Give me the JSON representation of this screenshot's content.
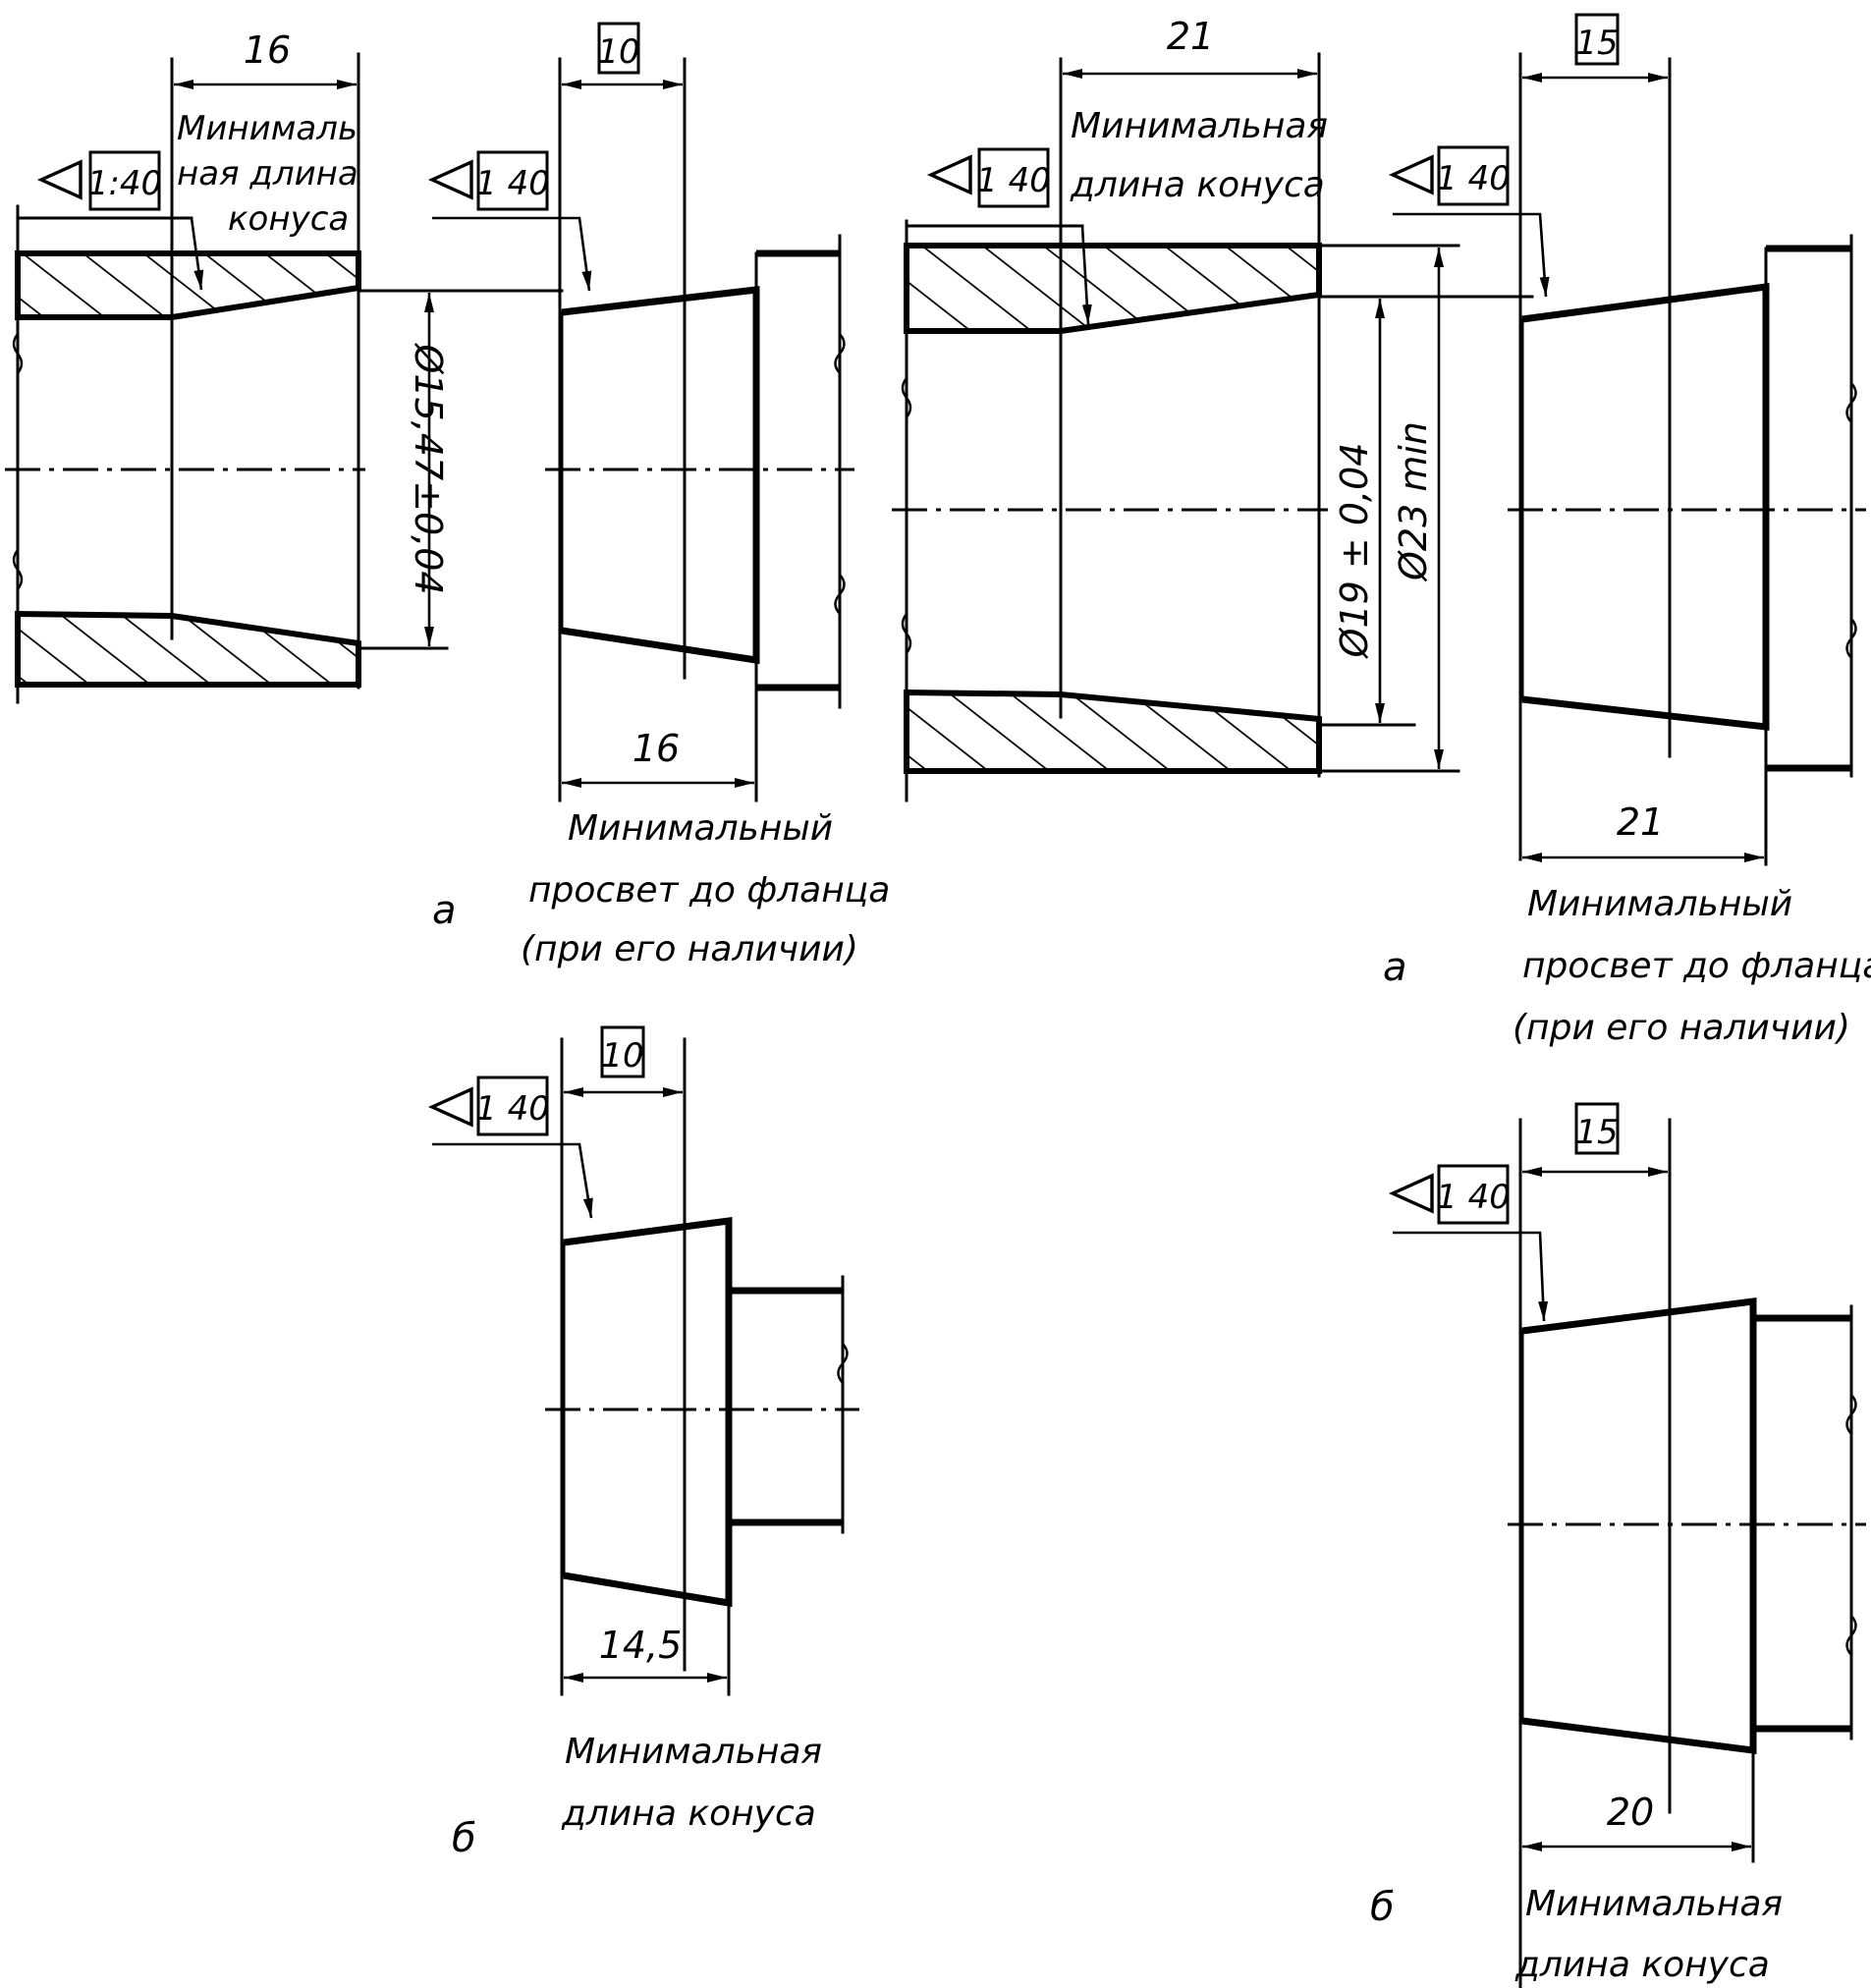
{
  "figure_a_left": {
    "dim_top": "16",
    "dim_bracket": "10",
    "taper_left": "1:40",
    "taper_right": "1 40",
    "note_cone_lines": [
      "Минималь",
      "ная длина",
      "конуса"
    ],
    "diameter": "Ø15,47±0,04",
    "dim_bottom": "16",
    "note_flange_lines": [
      "Минимальный",
      "просвет до фланца",
      "(при его наличии)"
    ],
    "letter": "а"
  },
  "figure_a_right": {
    "dim_top": "21",
    "dim_bracket": "15",
    "taper_left": "1 40",
    "taper_right": "1 40",
    "note_cone_lines": [
      "Минимальная",
      "длина конуса"
    ],
    "diameter_1": "Ø19 ± 0,04",
    "diameter_2": "Ø23 min",
    "dim_bottom": "21",
    "note_flange_lines": [
      "Минимальный",
      "просвет до фланца",
      "(при его наличии)"
    ],
    "letter": "а"
  },
  "figure_b_left": {
    "dim_bracket": "10",
    "taper": "1 40",
    "dim_bottom": "14,5",
    "note_lines": [
      "Минимальная",
      "длина конуса"
    ],
    "letter": "б"
  },
  "figure_b_right": {
    "dim_bracket": "15",
    "taper": "1 40",
    "dim_bottom": "20",
    "note_lines": [
      "Минимальная",
      "длина конуса"
    ],
    "letter": "б"
  }
}
